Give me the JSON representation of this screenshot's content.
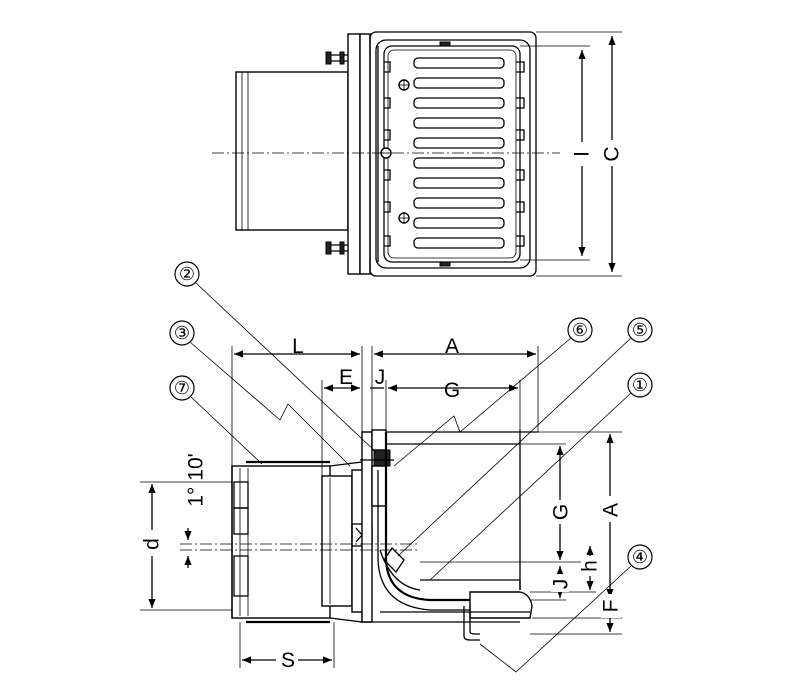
{
  "dimensions": {
    "A_top": "A",
    "A_side": "A",
    "C": "C",
    "I": "I",
    "L": "L",
    "E": "E",
    "J_top": "J",
    "J_side": "J",
    "G_top": "G",
    "G_side": "G",
    "S": "S",
    "d": "d",
    "h": "h",
    "F": "F",
    "angle": "1° 10'"
  },
  "callouts": [
    "①",
    "②",
    "③",
    "④",
    "⑤",
    "⑥",
    "⑦"
  ]
}
